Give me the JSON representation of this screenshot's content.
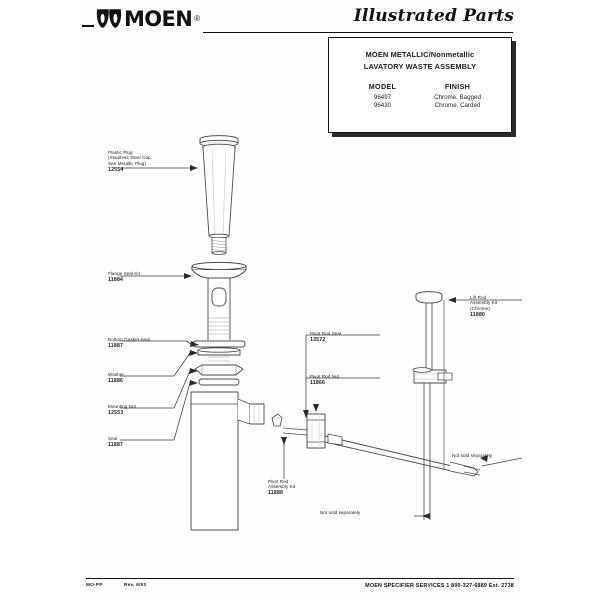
{
  "document": {
    "brand": "MOEN",
    "brand_registered": "®",
    "header_title": "Illustrated Parts",
    "logo_icon": "moen-double-drop-logo"
  },
  "title_block": {
    "line1": "MOEN METALLIC/Nonmetallic",
    "line2": "LAVATORY WASTE ASSEMBLY",
    "model_header": "MODEL",
    "finish_header": "FINISH",
    "rows": [
      {
        "model": "96497",
        "finish": "Chrome, Bagged"
      },
      {
        "model": "96430",
        "finish": "Chrome, Carded"
      }
    ]
  },
  "callouts": {
    "left": [
      {
        "name": "plastic-plug",
        "text": "Plastic Plug\n(Stainless Steel Cap,\nSee Metallic Plug)",
        "part": "12554"
      },
      {
        "name": "flange-seal-kit",
        "text": "Flange Seal Kit",
        "part": "11884"
      },
      {
        "name": "bottom-gasket-seal",
        "text": "Bottom Gasket Seal",
        "part": "11887"
      },
      {
        "name": "washer",
        "text": "Washer",
        "part": "11886"
      },
      {
        "name": "mounting-nut",
        "text": "Mounting Nut",
        "part": "12553"
      },
      {
        "name": "seal",
        "text": "Seal",
        "part": "11887"
      }
    ],
    "center": [
      {
        "name": "pivot-rod-seat",
        "text": "Pivot Rod Seat",
        "part": "13572"
      },
      {
        "name": "pivot-rod-nut",
        "text": "Pivot Rod Nut",
        "part": "11866"
      },
      {
        "name": "pivot-rod-assembly-kit",
        "text": "Pivot Rod\nAssembly Kit",
        "part": "11888"
      }
    ],
    "right": [
      {
        "name": "lift-rod-assembly-kit",
        "text": "Lift Rod\nAssembly Kit\n(Chrome)",
        "part": "11880"
      }
    ],
    "notes": [
      {
        "name": "note-clevis",
        "text": "Not sold separately"
      },
      {
        "name": "note-clip",
        "text": "Not sold separately"
      }
    ]
  },
  "footer": {
    "code": "MO-PP",
    "revision": "Rev. 6/93",
    "service": "MOEN SPECIFIER SERVICES 1 800-327-6889 Ext. 2738"
  }
}
